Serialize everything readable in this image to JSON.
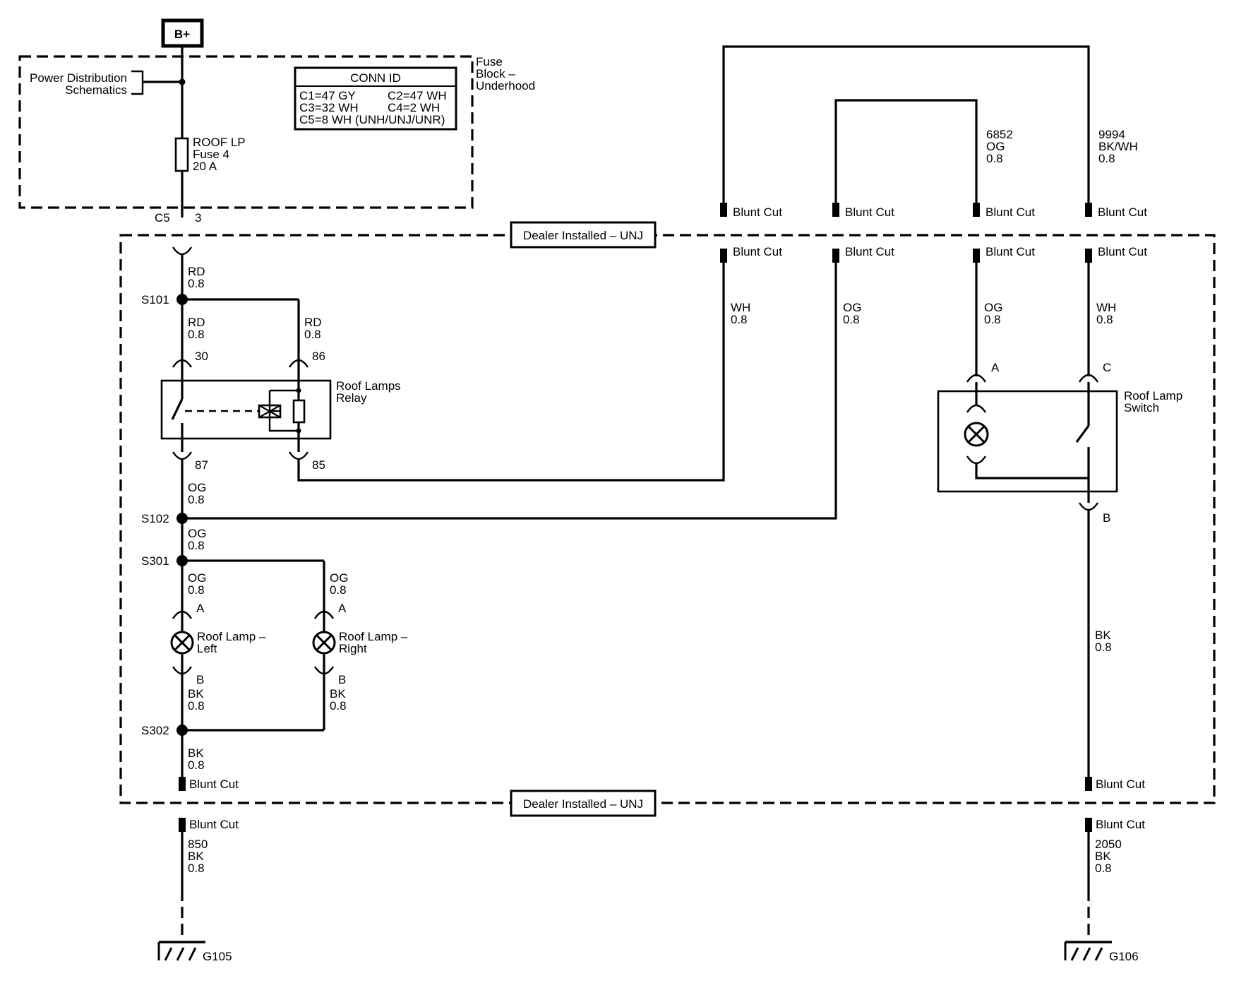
{
  "power": {
    "label": "B+"
  },
  "fuse_block": {
    "title_line1": "Fuse",
    "title_line2": "Block –",
    "title_line3": "Underhood",
    "pds_line1": "Power Distribution",
    "pds_line2": "Schematics",
    "fuse_line1": "ROOF LP",
    "fuse_line2": "Fuse 4",
    "fuse_line3": "20 A",
    "connector": "C5",
    "pin": "3"
  },
  "conn_id": {
    "title": "CONN ID",
    "c1": "C1=47 GY",
    "c2": "C2=47 WH",
    "c3": "C3=32 WH",
    "c4": "C4=2 WH",
    "c5": "C5=8 WH (UNH/UNJ/UNR)"
  },
  "dealer_label_top": "Dealer Installed – UNJ",
  "dealer_label_bottom": "Dealer Installed – UNJ",
  "blunt_cut": "Blunt Cut",
  "splices": {
    "s101": "S101",
    "s102": "S102",
    "s301": "S301",
    "s302": "S302"
  },
  "wires": {
    "rd": "RD",
    "og": "OG",
    "wh": "WH",
    "bk": "BK",
    "bkwh": "BK/WH",
    "gauge": "0.8",
    "c6852": "6852",
    "c9994": "9994",
    "c850": "850",
    "c2050": "2050"
  },
  "relay": {
    "name_line1": "Roof Lamps",
    "name_line2": "Relay",
    "pin30": "30",
    "pin86": "86",
    "pin87": "87",
    "pin85": "85"
  },
  "switch": {
    "name_line1": "Roof Lamp",
    "name_line2": "Switch",
    "pinA": "A",
    "pinB": "B",
    "pinC": "C"
  },
  "lamp_left": {
    "name_line1": "Roof Lamp –",
    "name_line2": "Left",
    "pinA": "A",
    "pinB": "B"
  },
  "lamp_right": {
    "name_line1": "Roof Lamp –",
    "name_line2": "Right",
    "pinA": "A",
    "pinB": "B"
  },
  "grounds": {
    "g105": "G105",
    "g106": "G106"
  }
}
